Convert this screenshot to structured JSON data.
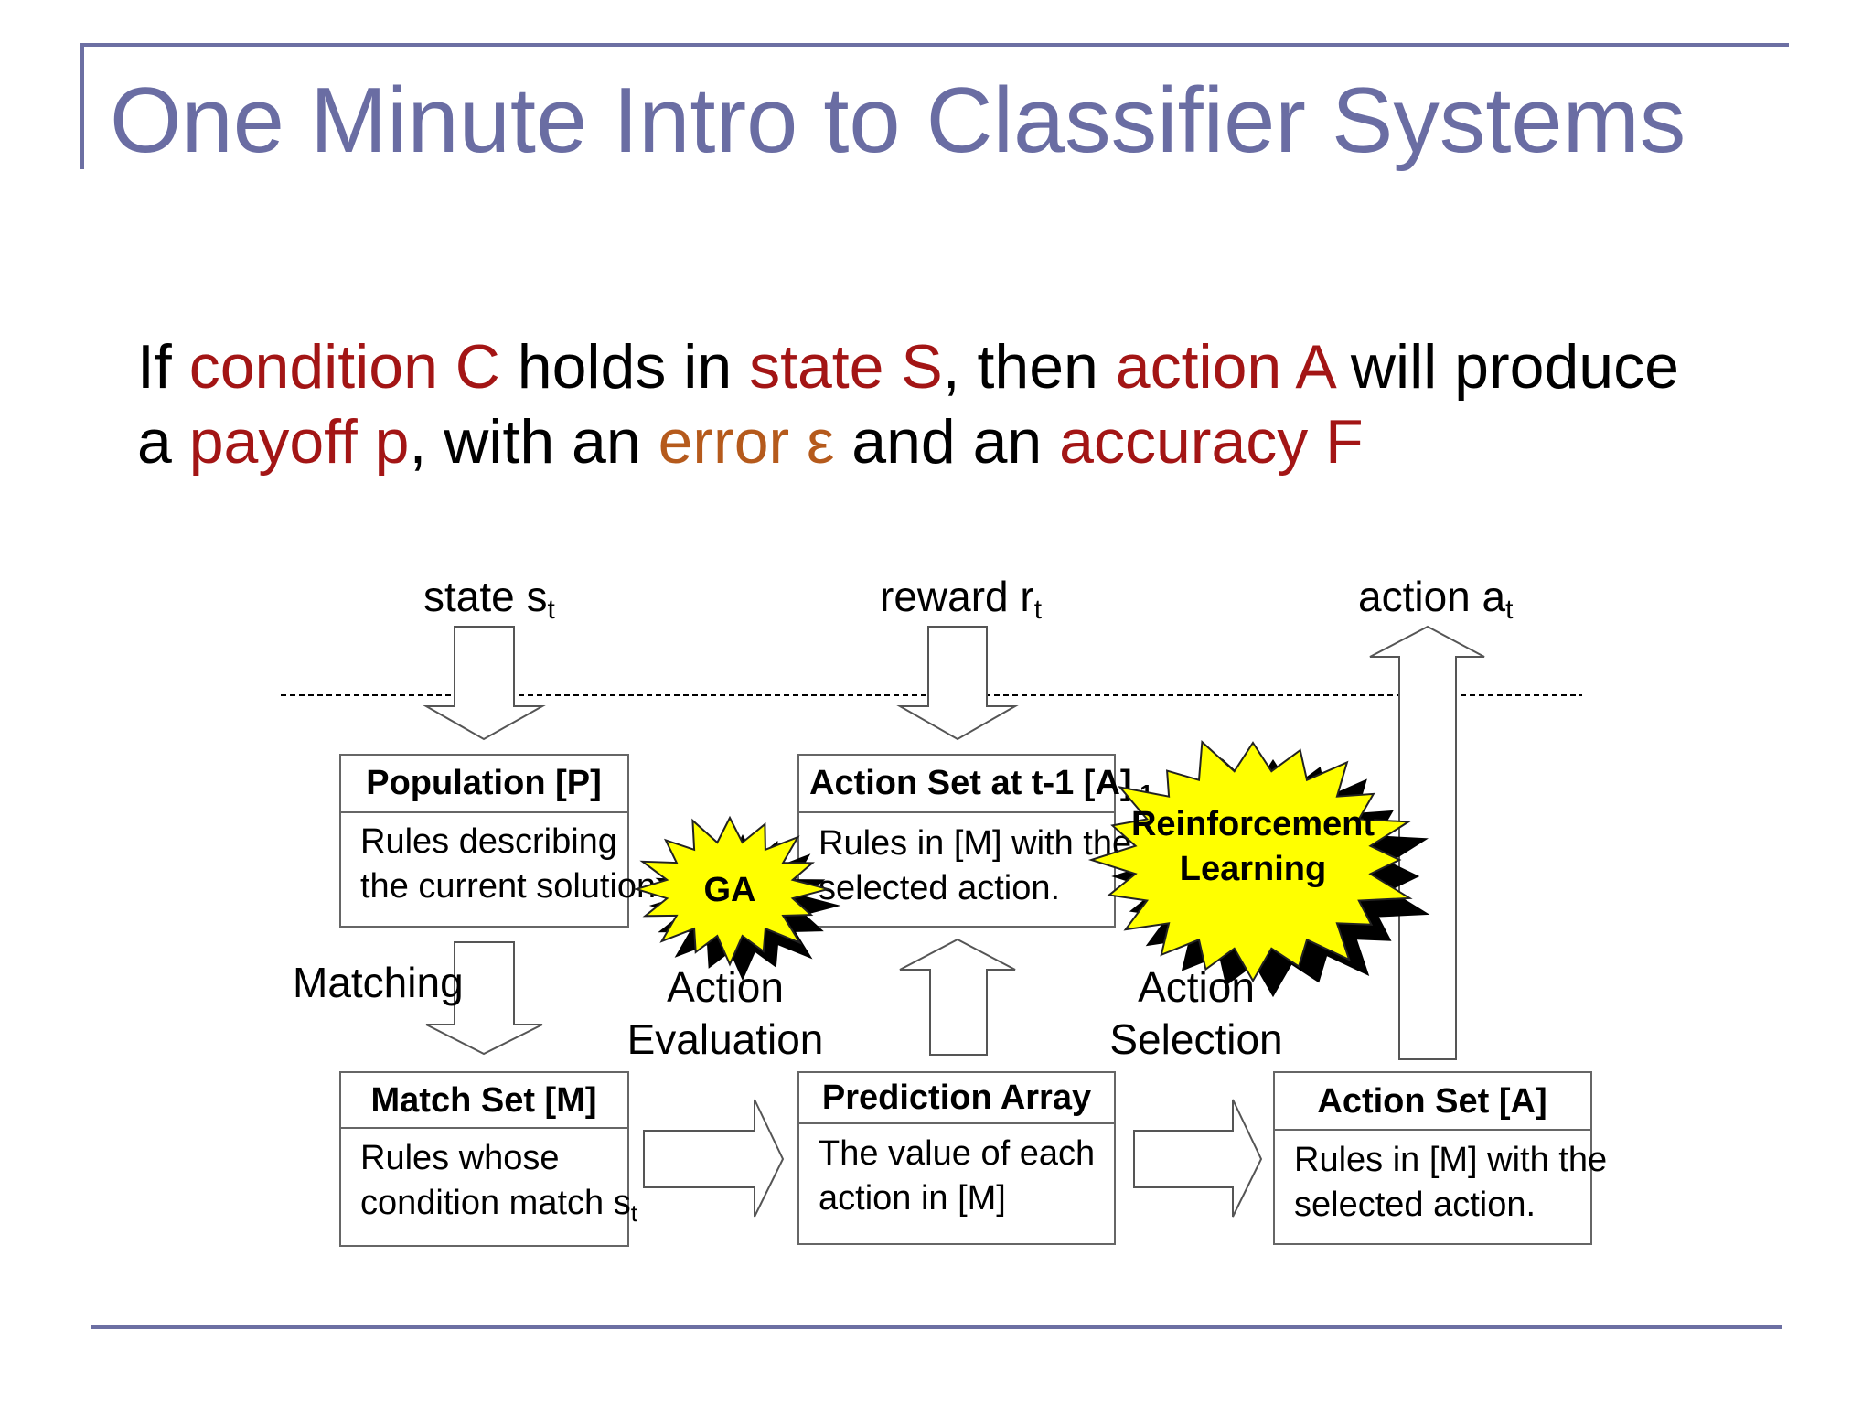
{
  "title": "One Minute Intro to Classifier Systems",
  "intro": {
    "line1": [
      {
        "text": "If ",
        "tone": "plain"
      },
      {
        "text": "condition C",
        "tone": "red"
      },
      {
        "text": " holds in ",
        "tone": "plain"
      },
      {
        "text": "state S",
        "tone": "red"
      },
      {
        "text": ", then ",
        "tone": "plain"
      },
      {
        "text": "action A",
        "tone": "red"
      },
      {
        "text": " will produce",
        "tone": "plain"
      }
    ],
    "line2": [
      {
        "text": "a ",
        "tone": "plain"
      },
      {
        "text": "payoff p",
        "tone": "red"
      },
      {
        "text": ", with an ",
        "tone": "plain"
      },
      {
        "text": "error ε",
        "tone": "orange"
      },
      {
        "text": " and an ",
        "tone": "plain"
      },
      {
        "text": "accuracy F",
        "tone": "red"
      }
    ]
  },
  "diagram": {
    "inputs": {
      "state": {
        "main": "state s",
        "sub": "t"
      },
      "reward": {
        "main": "reward r",
        "sub": "t"
      },
      "action": {
        "main": "action a",
        "sub": "t"
      }
    },
    "boxes": {
      "population": {
        "title": "Population [P]",
        "line1": "Rules describing",
        "line2": "the current solution"
      },
      "prev_action_set": {
        "title_main": "Action Set at t-1 [A]",
        "title_sub": "-1",
        "line1": "Rules in [M] with the",
        "line2": "selected action."
      },
      "match_set": {
        "title": "Match Set [M]",
        "line1": "Rules whose",
        "line2_main": "condition match s",
        "line2_sub": "t"
      },
      "prediction_array": {
        "title": "Prediction Array",
        "line1": "The value of each",
        "line2": "action in [M]"
      },
      "action_set": {
        "title": "Action Set [A]",
        "line1": "Rules in [M] with the",
        "line2": "selected action."
      }
    },
    "labels": {
      "matching": "Matching",
      "action_evaluation_1": "Action",
      "action_evaluation_2": "Evaluation",
      "action_selection_1": "Action",
      "action_selection_2": "Selection"
    },
    "bursts": {
      "ga": "GA",
      "rl_line1": "Reinforcement",
      "rl_line2": "Learning"
    },
    "colors": {
      "title": "#6a6da3",
      "rule": "#6c6fa3",
      "highlight_red": "#a31515",
      "highlight_orange": "#b55a1c",
      "burst_fill": "#ffff00",
      "burst_shadow": "#000000"
    }
  }
}
